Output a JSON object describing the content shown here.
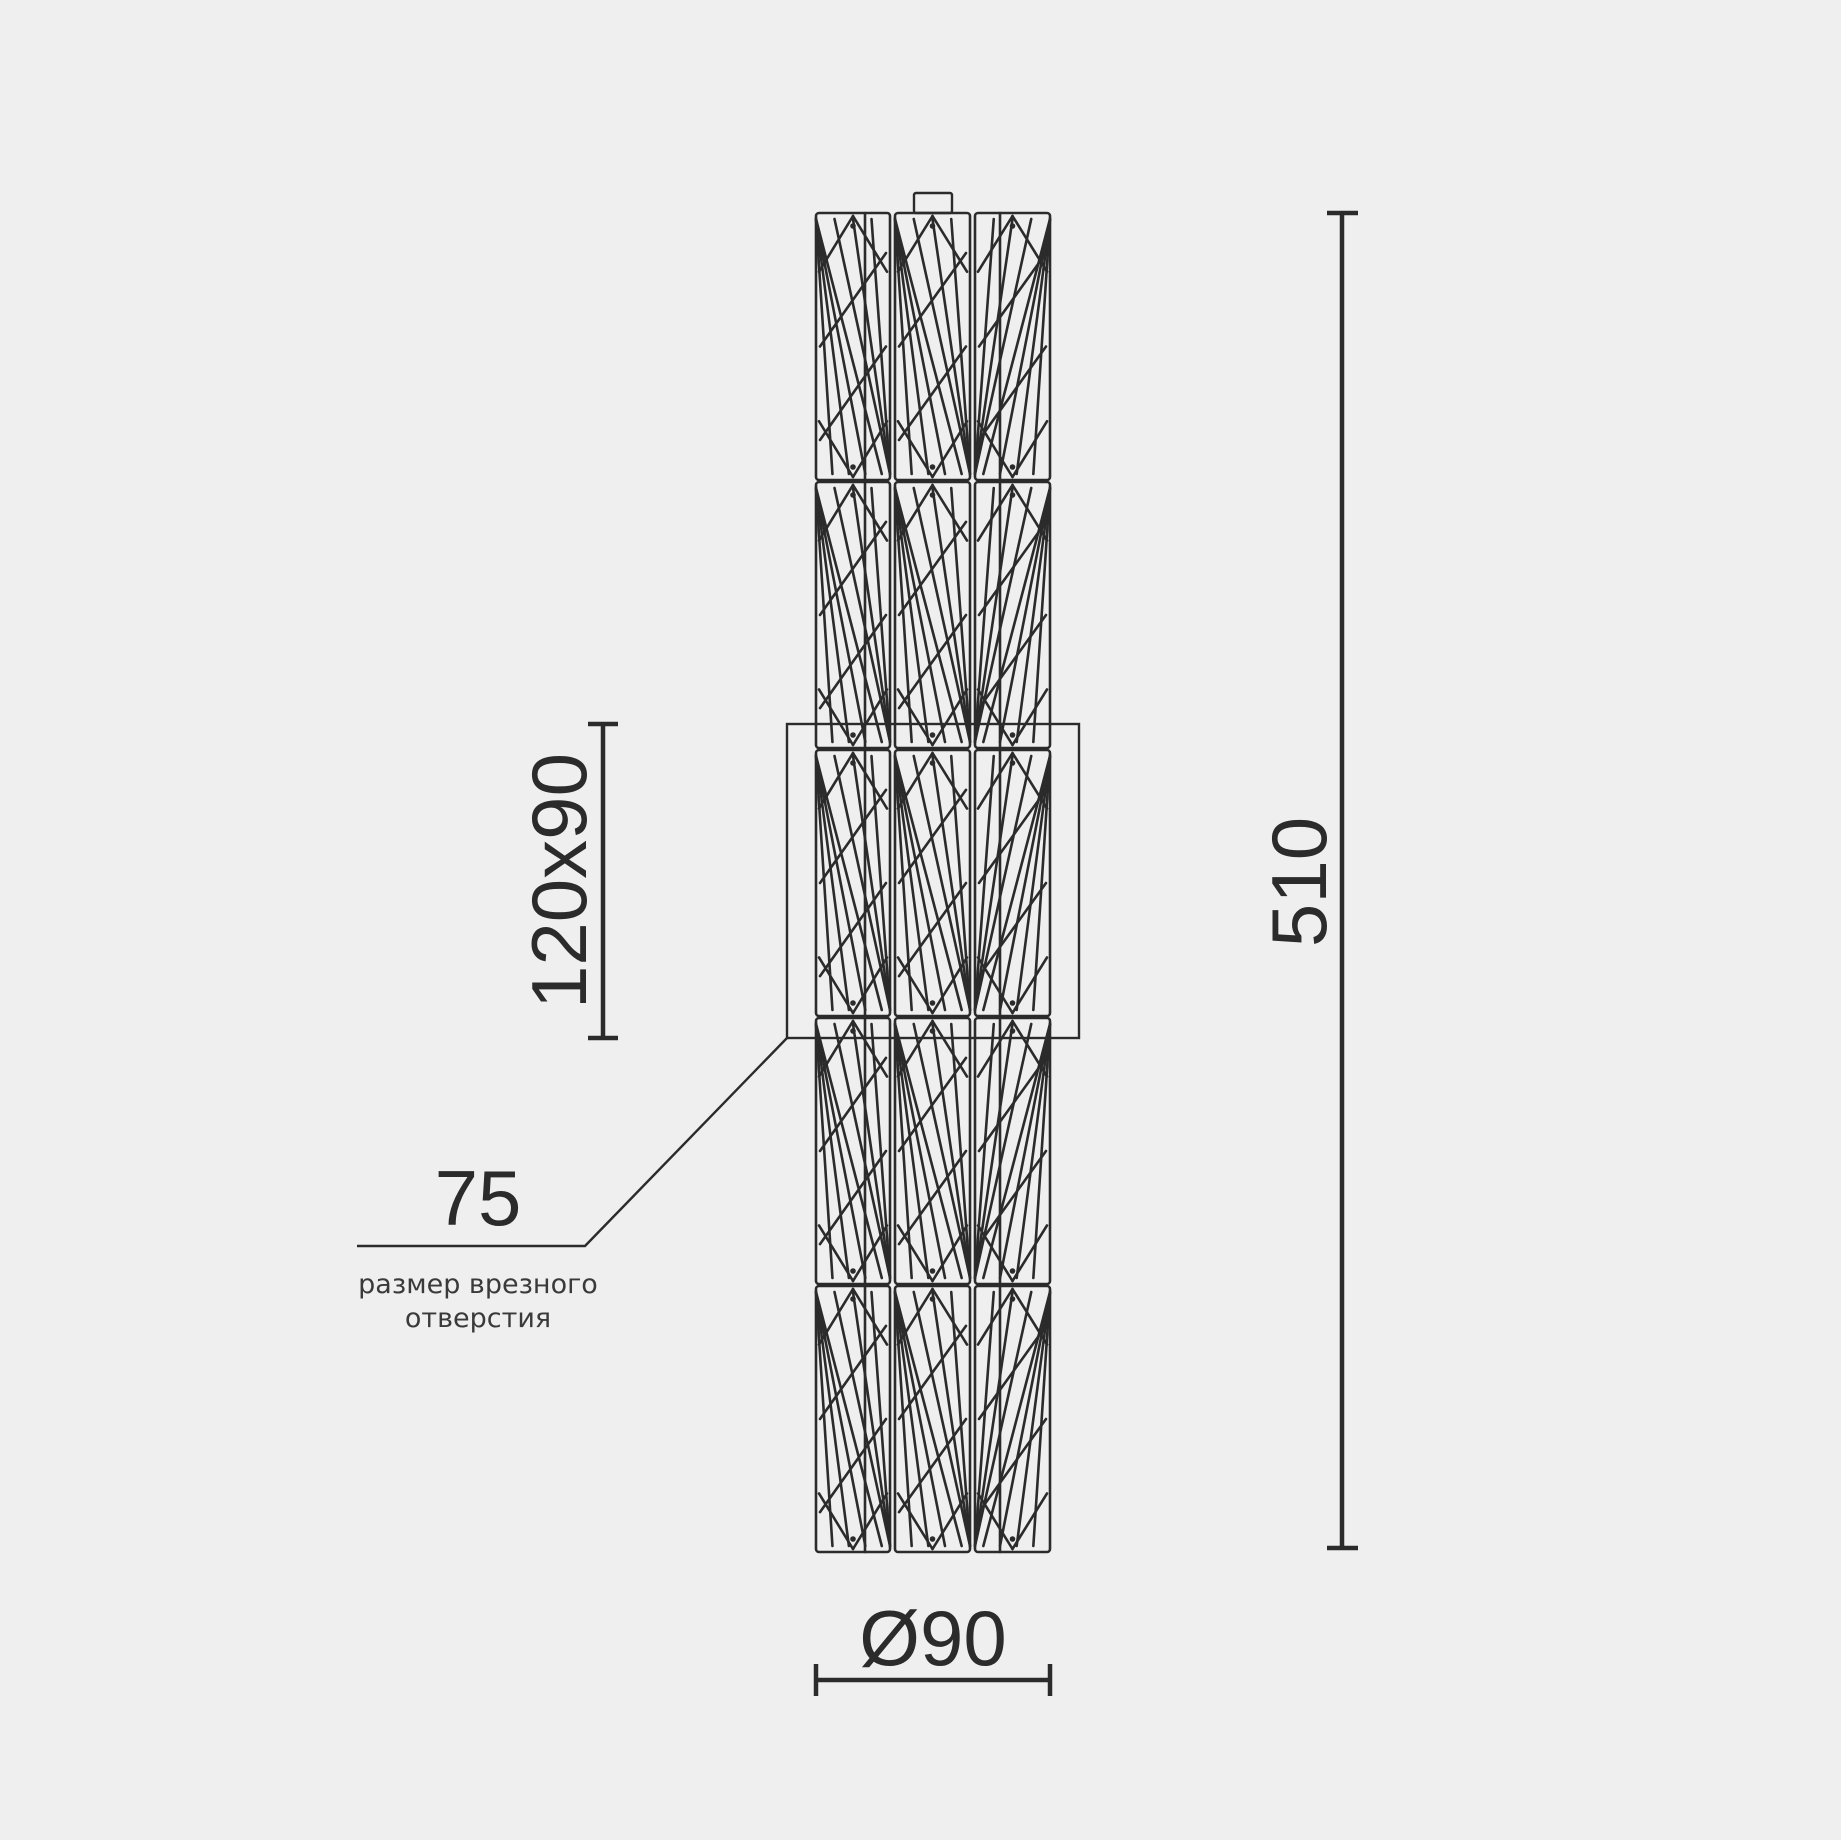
{
  "dimensions": {
    "height_label": "510",
    "diameter_label": "Ø90",
    "mount_plate_label": "120x90",
    "cutout_label": "75"
  },
  "cutout_note": {
    "line1": "размер врезного",
    "line2": "отверстия"
  },
  "colors": {
    "background": "#efefef",
    "stroke": "#2b2b2b"
  },
  "lamp": {
    "rows": 5,
    "panels_per_row": 3
  }
}
